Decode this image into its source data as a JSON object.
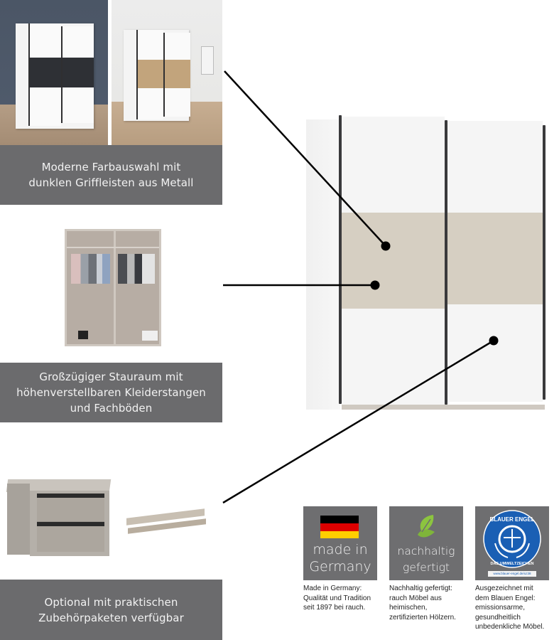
{
  "features": [
    {
      "id": "color-choice",
      "caption": "Moderne Farbauswahl mit\ndunklen Griffleisten aus Metall",
      "images": [
        "room-photo-black-band",
        "room-photo-oak-band"
      ]
    },
    {
      "id": "storage",
      "caption": "Großzügiger Stauraum mit\nhöhenverstellbaren Kleiderstangen\nund Fachböden",
      "images": [
        "wardrobe-interior-photo"
      ]
    },
    {
      "id": "accessories",
      "caption": "Optional mit praktischen\nZubehörpaketen verfügbar",
      "images": [
        "drawer-insert-photo",
        "shelf-boards-photo"
      ]
    }
  ],
  "product": {
    "name": "sliding-door-wardrobe",
    "colors": {
      "door": "#f5f5f5",
      "accent_band": "#d6cfc2",
      "handle_rail": "#3a3a3c"
    }
  },
  "badges": [
    {
      "id": "made-in-germany",
      "line1": "made in",
      "line2": "Germany",
      "flag_colors": [
        "#000000",
        "#dd0000",
        "#ffce00"
      ],
      "description": "Made in Germany:\nQualität und Tradition\nseit 1897 bei rauch."
    },
    {
      "id": "sustainable",
      "line1": "nachhaltig",
      "line2": "gefertigt",
      "icon_color": "#8cc43f",
      "description": "Nachhaltig gefertigt:\nrauch Möbel aus\nheimischen,\nzertifizierten Hölzern."
    },
    {
      "id": "blauer-engel",
      "seal_top": "BLAUER ENGEL",
      "seal_bottom": "DAS UMWELTZEICHEN",
      "seal_url": "www.blauer-engel.de/uz38",
      "seal_color": "#1a5fb4",
      "description": "Ausgezeichnet mit\ndem Blauen Engel:\nemissionsarme,\ngesundheitlich\nunbedenkliche Möbel."
    }
  ],
  "theme": {
    "caption_bg": "#6b6b6d",
    "badge_bg": "#6e6e70"
  }
}
